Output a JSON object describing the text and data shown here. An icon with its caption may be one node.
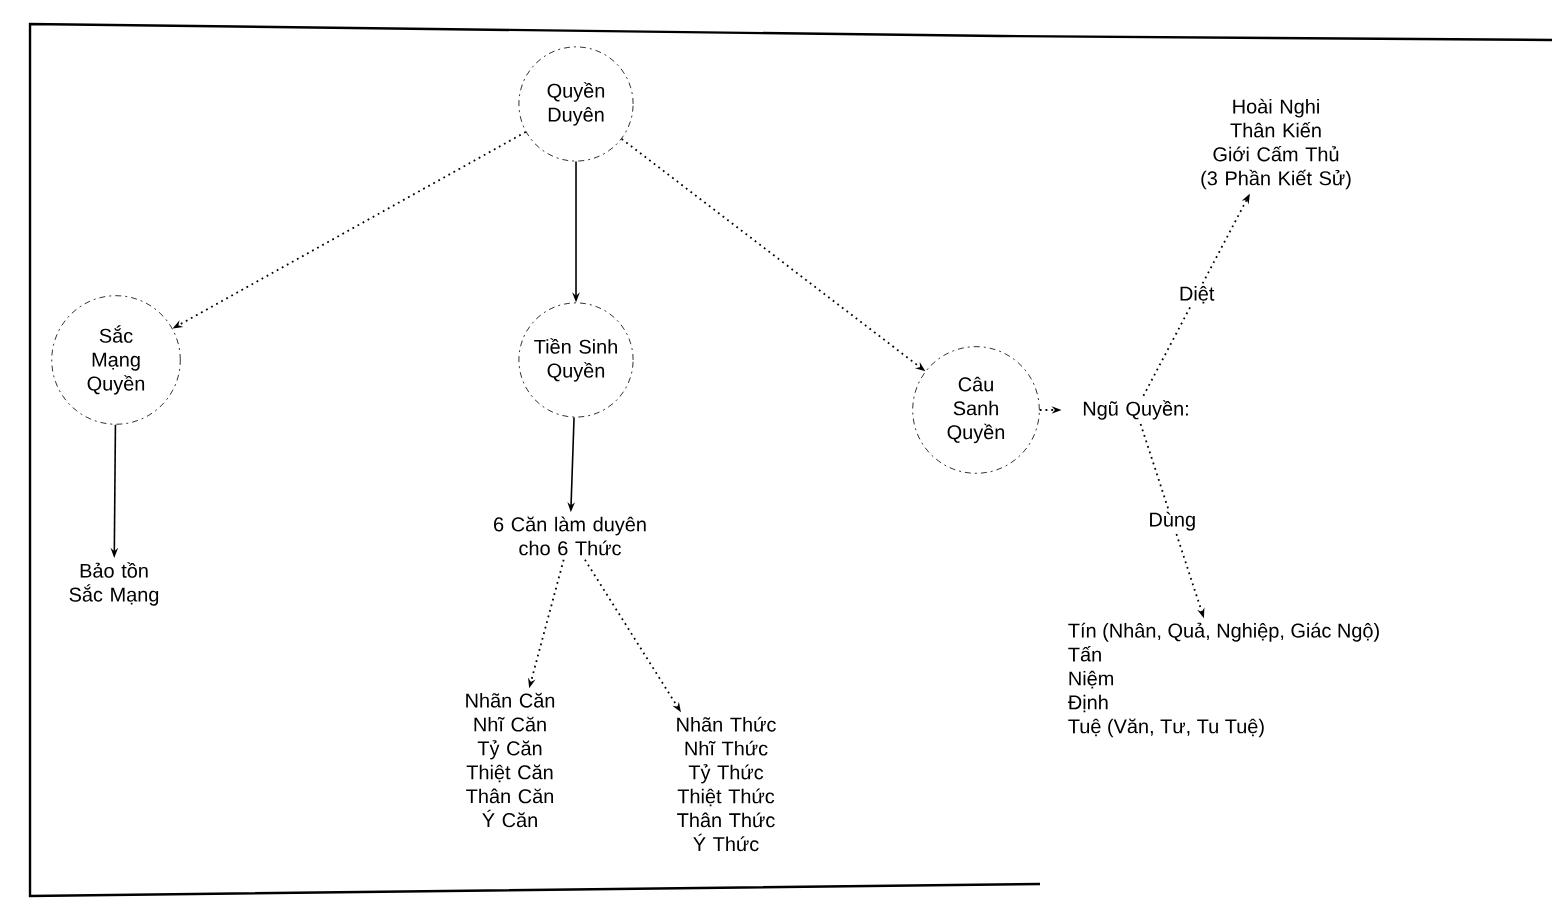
{
  "diagram": {
    "nodes": [
      {
        "text": [
          "Quyền Duyên"
        ]
      },
      {
        "text": [
          "Sắc Mạng Quyền"
        ]
      },
      {
        "text": [
          "Tiền Sinh Quyền"
        ]
      },
      {
        "text": [
          "Câu Sanh Quyền"
        ]
      },
      {
        "text": [
          "Bảo tồn Sắc Mạng"
        ]
      },
      {
        "text": [
          "6 Căn làm duyên cho 6 Thức"
        ]
      },
      {
        "text": [
          "Nhãn Căn",
          "Nhĩ Căn",
          "Tỷ Căn",
          "Thiệt Căn",
          "Thân Căn",
          "Ý Căn"
        ]
      },
      {
        "text": [
          "Nhãn Thức",
          "Nhĩ Thức",
          "Tỷ Thức",
          "Thiệt Thức",
          "Thân Thức",
          "Ý Thức"
        ]
      },
      {
        "text": [
          "Ngũ Quyền:"
        ]
      },
      {
        "text": [
          "Hoài Nghi",
          "Thân Kiến",
          "Giới Cấm Thủ",
          "(3 Phần Kiết Sử)"
        ]
      },
      {
        "text": [
          "Tín (Nhân, Quả, Nghiệp, Giác Ngộ)",
          "Tấn",
          "Niệm",
          "Định",
          "Tuệ (Văn, Tư, Tu Tuệ)"
        ]
      }
    ],
    "edges": [
      {
        "from": 0,
        "to": 1,
        "arrow": "to",
        "style": "dashed"
      },
      {
        "from": 0,
        "to": 2,
        "arrow": "to"
      },
      {
        "from": 0,
        "to": 3,
        "arrow": "to",
        "style": "dashed"
      },
      {
        "from": 1,
        "to": 4,
        "arrow": "to"
      },
      {
        "from": 2,
        "to": 5,
        "arrow": "to"
      },
      {
        "from": 5,
        "to": 6,
        "arrow": "to",
        "style": "dashed"
      },
      {
        "from": 5,
        "to": 7,
        "arrow": "to",
        "style": "dashed"
      },
      {
        "from": 3,
        "to": 8,
        "arrow": "to",
        "style": "dashed"
      },
      {
        "from": 8,
        "to": 9,
        "arrow": "to",
        "style": "dashed",
        "label": "Diệt"
      },
      {
        "from": 8,
        "to": 10,
        "arrow": "to",
        "style": "dashed",
        "label": "Dùng"
      }
    ]
  }
}
